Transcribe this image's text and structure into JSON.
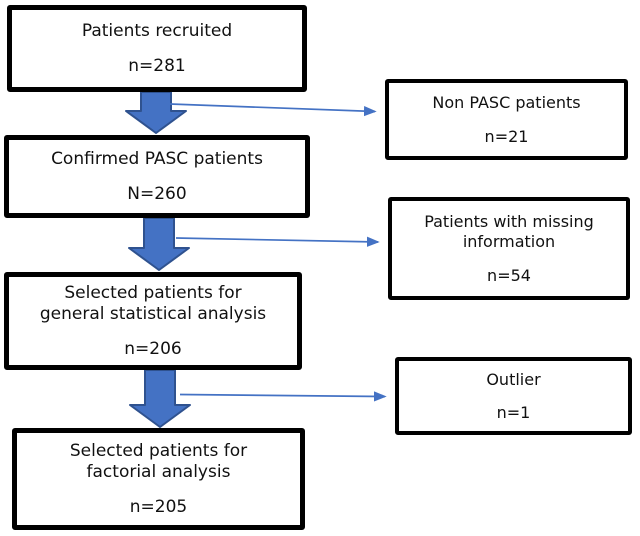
{
  "flowchart": {
    "main_boxes": [
      {
        "lines": [
          "Patients recruited"
        ],
        "count": "n=281"
      },
      {
        "lines": [
          "Confirmed PASC patients"
        ],
        "count": "N=260"
      },
      {
        "lines": [
          "Selected patients for",
          "general statistical analysis"
        ],
        "count": "n=206"
      },
      {
        "lines": [
          "Selected patients for",
          "factorial analysis"
        ],
        "count": "n=205"
      }
    ],
    "side_boxes": [
      {
        "lines": [
          "Non PASC patients"
        ],
        "count": "n=21"
      },
      {
        "lines": [
          "Patients with missing",
          "information"
        ],
        "count": "n=54"
      },
      {
        "lines": [
          "Outlier"
        ],
        "count": "n=1"
      }
    ],
    "colors": {
      "box_border": "#000000",
      "box_fill": "#ffffff",
      "text": "#111111",
      "block_arrow_fill": "#4472C4",
      "block_arrow_border": "#2F528F",
      "connector": "#4472C4"
    }
  }
}
